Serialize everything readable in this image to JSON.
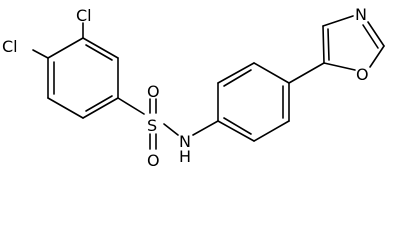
{
  "molecule": {
    "atoms": {
      "cl_top": "Cl",
      "cl_left": "Cl",
      "sulfur": "S",
      "oxygen_top": "O",
      "oxygen_bottom": "O",
      "nitrogen_amide": "N",
      "hydrogen_amide": "H",
      "nitrogen_oxazole": "N",
      "oxygen_oxazole": "O"
    }
  }
}
